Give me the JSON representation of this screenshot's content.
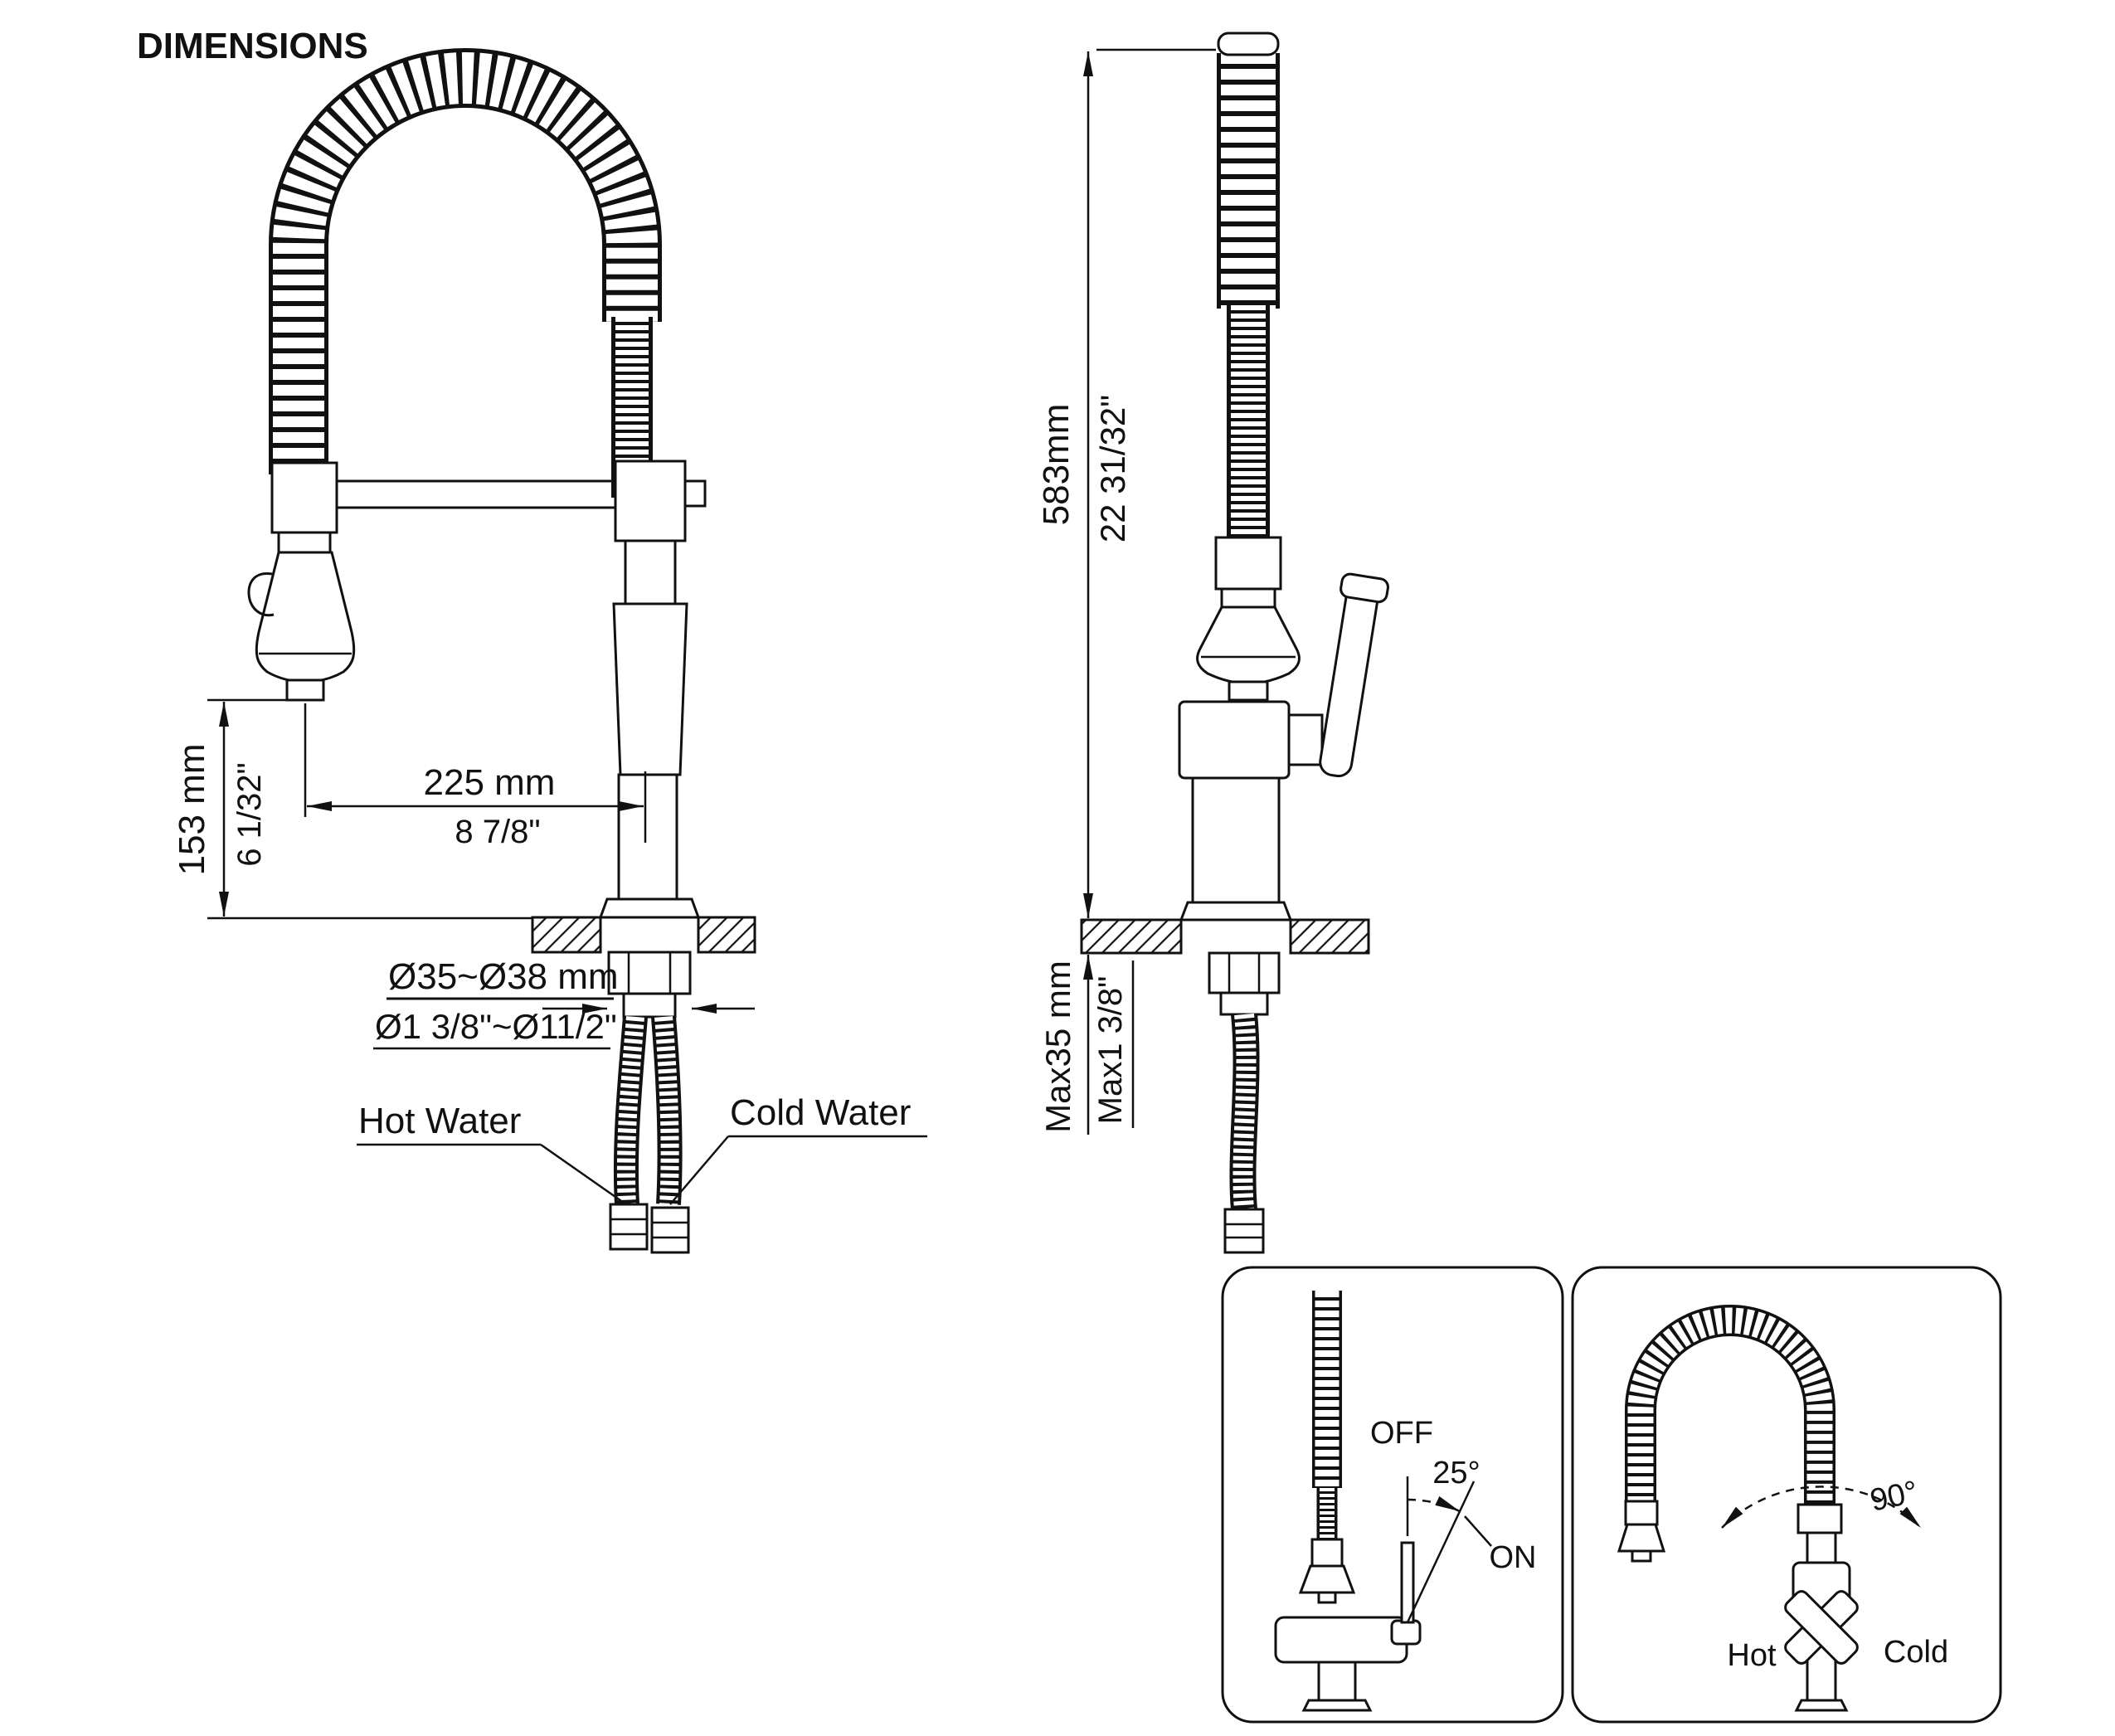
{
  "title": "DIMENSIONS",
  "front_view": {
    "spout_height_mm": "153 mm",
    "spout_height_in": "6 1/32\"",
    "spout_reach_mm": "225 mm",
    "spout_reach_in": "8 7/8\"",
    "hole_diameter_mm": "Ø35~Ø38 mm",
    "hole_diameter_in": "Ø1 3/8\"~Ø11/2\"",
    "hot_water_label": "Hot Water",
    "cold_water_label": "Cold Water"
  },
  "side_view": {
    "total_height_mm": "583mm",
    "total_height_in": "22 31/32\"",
    "deck_thickness_mm": "Max35 mm",
    "deck_thickness_in": "Max1 3/8\""
  },
  "inset_handle_angle": {
    "off_label": "OFF",
    "angle_label": "25°",
    "on_label": "ON"
  },
  "inset_handle_rotation": {
    "angle_label": "90°",
    "hot_label": "Hot",
    "cold_label": "Cold"
  },
  "colors": {
    "line": "#111111",
    "background": "#ffffff"
  }
}
